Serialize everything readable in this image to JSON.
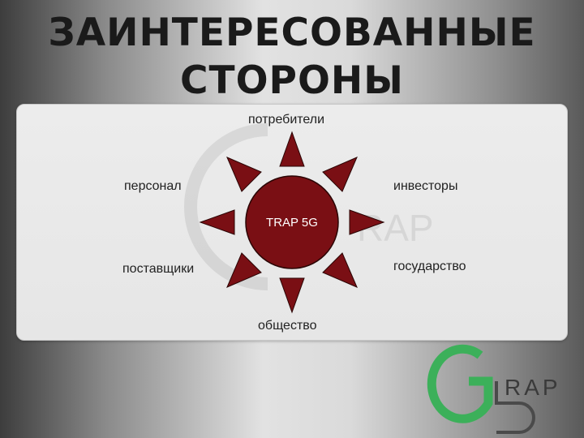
{
  "slide": {
    "title_line1": "ЗАИНТЕРЕСОВАННЫЕ",
    "title_line2": "СТОРОНЫ"
  },
  "diagram": {
    "center_label": "TRAP 5G",
    "stakeholders": {
      "top": "потребители",
      "upper_left": "персонал",
      "upper_right": "инвесторы",
      "lower_left": "поставщики",
      "lower_right": "государство",
      "bottom": "общество"
    },
    "colors": {
      "sun": "#7a0f14",
      "sun_outline": "#2a0505",
      "logo_green": "#3cb05a",
      "logo_dark": "#4a4a4a"
    }
  },
  "logo": {
    "letter": "G",
    "text": "RAP",
    "number": "5"
  }
}
